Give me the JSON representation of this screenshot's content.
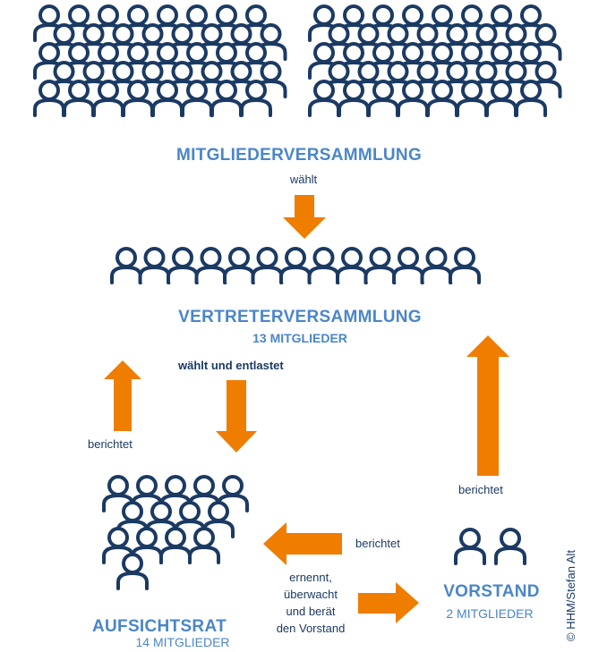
{
  "bodies": {
    "mitgliederversammlung": {
      "title": "MITGLIEDERVERSAMMLUNG"
    },
    "vertreterversammlung": {
      "title": "VERTRETERVERSAMMLUNG",
      "subtitle": "13 MITGLIEDER"
    },
    "aufsichtsrat": {
      "title": "AUFSICHTSRAT",
      "subtitle": "14 MITGLIEDER"
    },
    "vorstand": {
      "title": "VORSTAND",
      "subtitle": "2 MITGLIEDER"
    }
  },
  "relations": {
    "mv_to_vv": "wählt",
    "vv_to_ar": "wählt und entlastet",
    "ar_to_vv": "berichtet",
    "vs_to_vv": "berichtet",
    "vs_to_ar": "berichtet",
    "ar_to_vs": [
      "ernennt,",
      "überwacht",
      "und berät",
      "den Vorstand"
    ]
  },
  "copyright": "© HHM/Stefan Alt",
  "colors": {
    "navy": "#1b3a63",
    "blue": "#4a86c8",
    "orange": "#ef7d00"
  },
  "icons": {
    "person": "person-outline-icon",
    "arrow": "arrow-icon"
  }
}
